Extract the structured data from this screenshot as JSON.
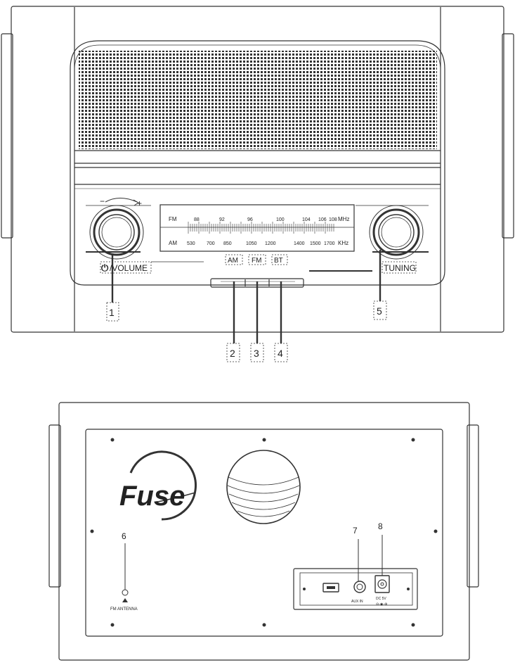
{
  "front": {
    "fm_band_label": "FM",
    "fm_scale": [
      "88",
      "92",
      "96",
      "100",
      "104",
      "106",
      "108"
    ],
    "fm_unit": "MHz",
    "am_band_label": "AM",
    "am_scale": [
      "530",
      "700",
      "850",
      "1050",
      "1200",
      "1400",
      "1500",
      "1700"
    ],
    "am_unit": "KHz",
    "volume_minus": "−",
    "volume_plus": "+",
    "power_symbol": "⏻",
    "volume_label": "/VOLUME",
    "tuning_label": "TUNING",
    "mode_buttons": [
      {
        "label": "AM"
      },
      {
        "label": "FM"
      },
      {
        "label": "BT"
      }
    ],
    "callouts": [
      "1",
      "2",
      "3",
      "4",
      "5"
    ]
  },
  "back": {
    "logo_text": "Fuse",
    "fm_antenna_label": "FM ANTENNA",
    "aux_label": "AUX IN",
    "dc_label": "DC 5V",
    "dc_polarity": "⊖-◉-⊕",
    "callouts": [
      "6",
      "7",
      "8"
    ]
  },
  "colors": {
    "line": "#333333",
    "light": "#777777"
  }
}
